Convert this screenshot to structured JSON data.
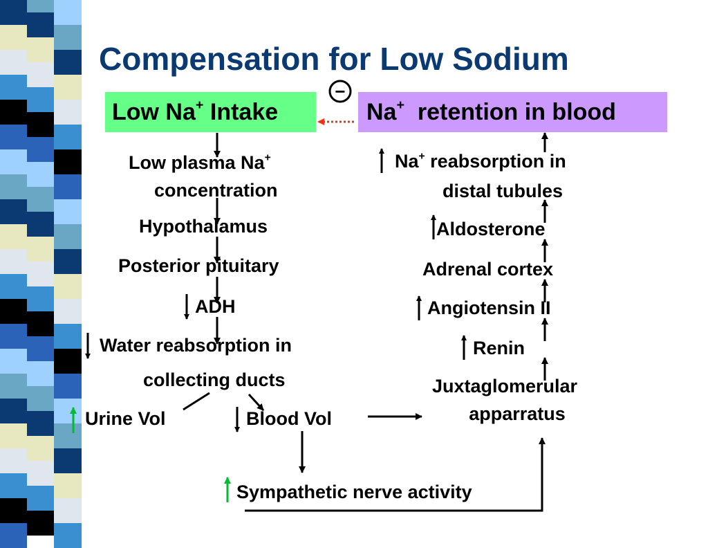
{
  "title": "Compensation for Low Sodium",
  "inhibit_symbol": "−",
  "boxes": {
    "intake": {
      "text": "Low Na",
      "sup": "+",
      "text2": " Intake"
    },
    "retention": {
      "text": "Na",
      "sup": "+",
      "text2": "  retention in blood"
    }
  },
  "left": {
    "low_plasma_1": "Low plasma Na",
    "low_plasma_sup": "+",
    "low_plasma_2": "concentration",
    "hypothalamus": "Hypothalamus",
    "posterior_pituitary": "Posterior pituitary",
    "adh": "ADH",
    "water_1": "Water reabsorption in",
    "water_2": "collecting ducts",
    "urine_vol": "Urine Vol",
    "blood_vol": "Blood Vol",
    "sympathetic": "Sympathetic nerve activity"
  },
  "right": {
    "na": "Na",
    "na_sup": "+",
    "reabs_1": " reabsorption in",
    "reabs_2": "distal tubules",
    "aldosterone": "Aldosterone",
    "adrenal_cortex": "Adrenal cortex",
    "angiotensin": "Angiotensin II",
    "renin": "Renin",
    "jga_1": "Juxtaglomerular",
    "jga_2": "apparratus"
  },
  "colors": {
    "title": "#0b3a73",
    "green_box": "#66ff88",
    "purple_box": "#cc99ff",
    "feedback_arrow": "#ee3311",
    "increase_arrow": "#00bb33",
    "stripe_palette": [
      "#0b3a73",
      "#3a8fd1",
      "#9fd1ff",
      "#e8e8c0",
      "#000000",
      "#6aa7c4",
      "#dfe6ee",
      "#2a63b8"
    ]
  }
}
